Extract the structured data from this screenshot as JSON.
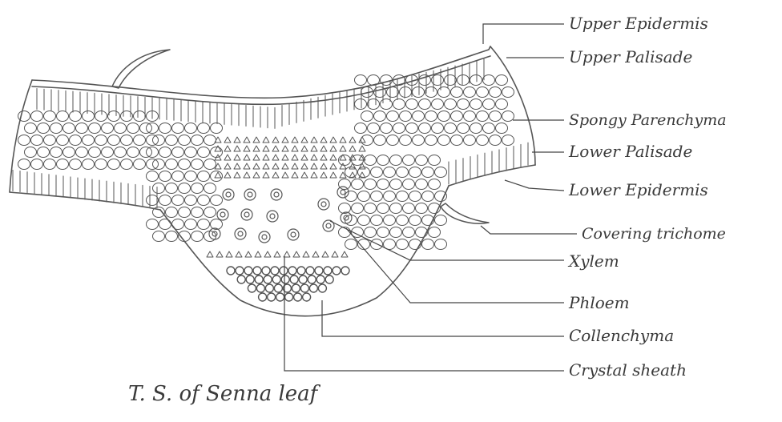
{
  "caption": "T. S. of Senna leaf",
  "labels": {
    "upper_epidermis": "Upper Epidermis",
    "upper_palisade": "Upper Palisade",
    "spongy_parenchyma": "Spongy Parenchyma",
    "lower_palisade": "Lower Palisade",
    "lower_epidermis": "Lower Epidermis",
    "covering_trichome": "Covering trichome",
    "xylem": "Xylem",
    "phloem": "Phloem",
    "collenchyma": "Collenchyma",
    "crystal_sheath": "Crystal sheath"
  },
  "colors": {
    "pencil": "#555555",
    "ink": "#3a3a3a",
    "paper": "#ffffff"
  }
}
